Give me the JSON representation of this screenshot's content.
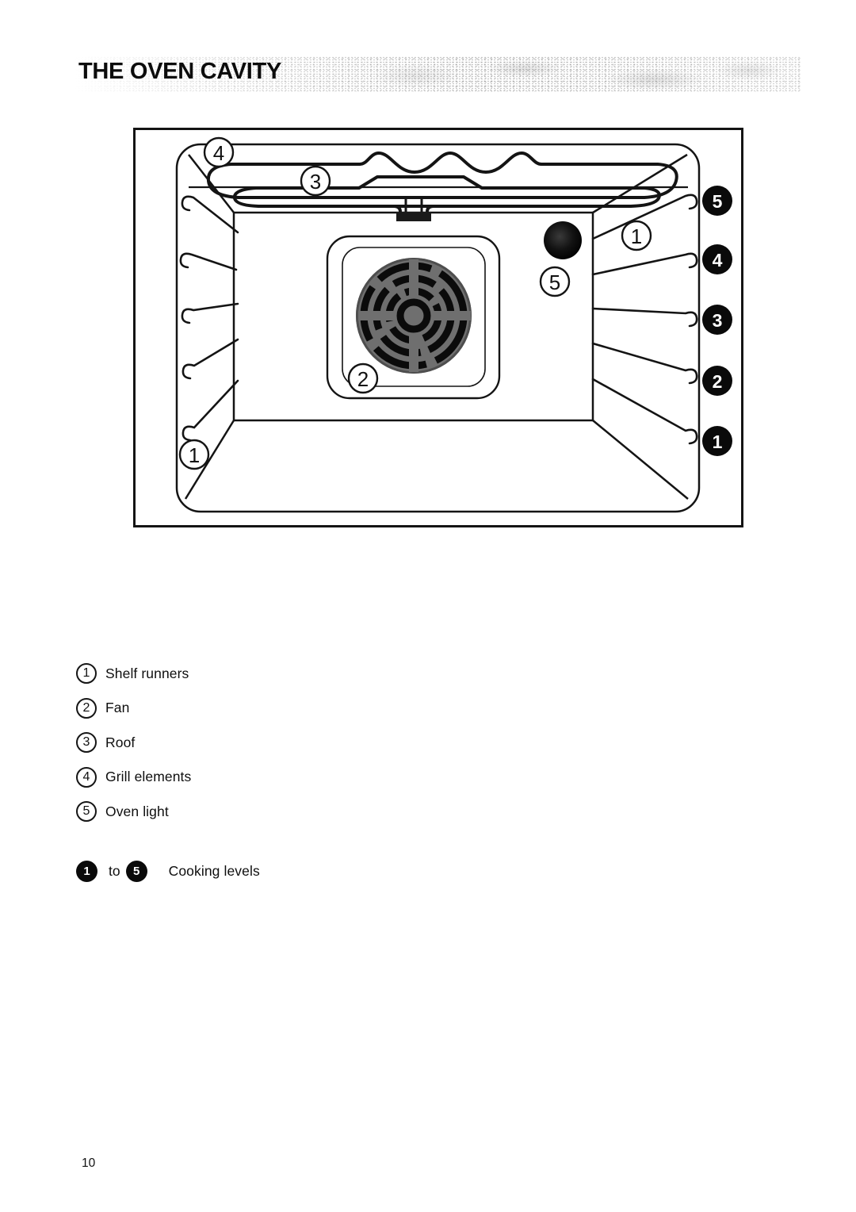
{
  "page": {
    "title": "THE OVEN CAVITY",
    "page_number": "10"
  },
  "diagram": {
    "callouts": {
      "grill": "4",
      "roof": "3",
      "light": "5",
      "runner_right": "1",
      "fan": "2",
      "runner_left": "1"
    },
    "cooking_level_badges": [
      "5",
      "4",
      "3",
      "2",
      "1"
    ]
  },
  "legend": {
    "items": [
      {
        "num": "1",
        "label": "Shelf runners"
      },
      {
        "num": "2",
        "label": "Fan"
      },
      {
        "num": "3",
        "label": "Roof"
      },
      {
        "num": "4",
        "label": "Grill elements"
      },
      {
        "num": "5",
        "label": "Oven light"
      }
    ],
    "cooking_levels": {
      "from": "1",
      "word": "to",
      "to": "5",
      "label": "Cooking levels"
    }
  },
  "colors": {
    "ink": "#141414",
    "paper": "#ffffff",
    "fan_grey": "#6f6f6f"
  }
}
